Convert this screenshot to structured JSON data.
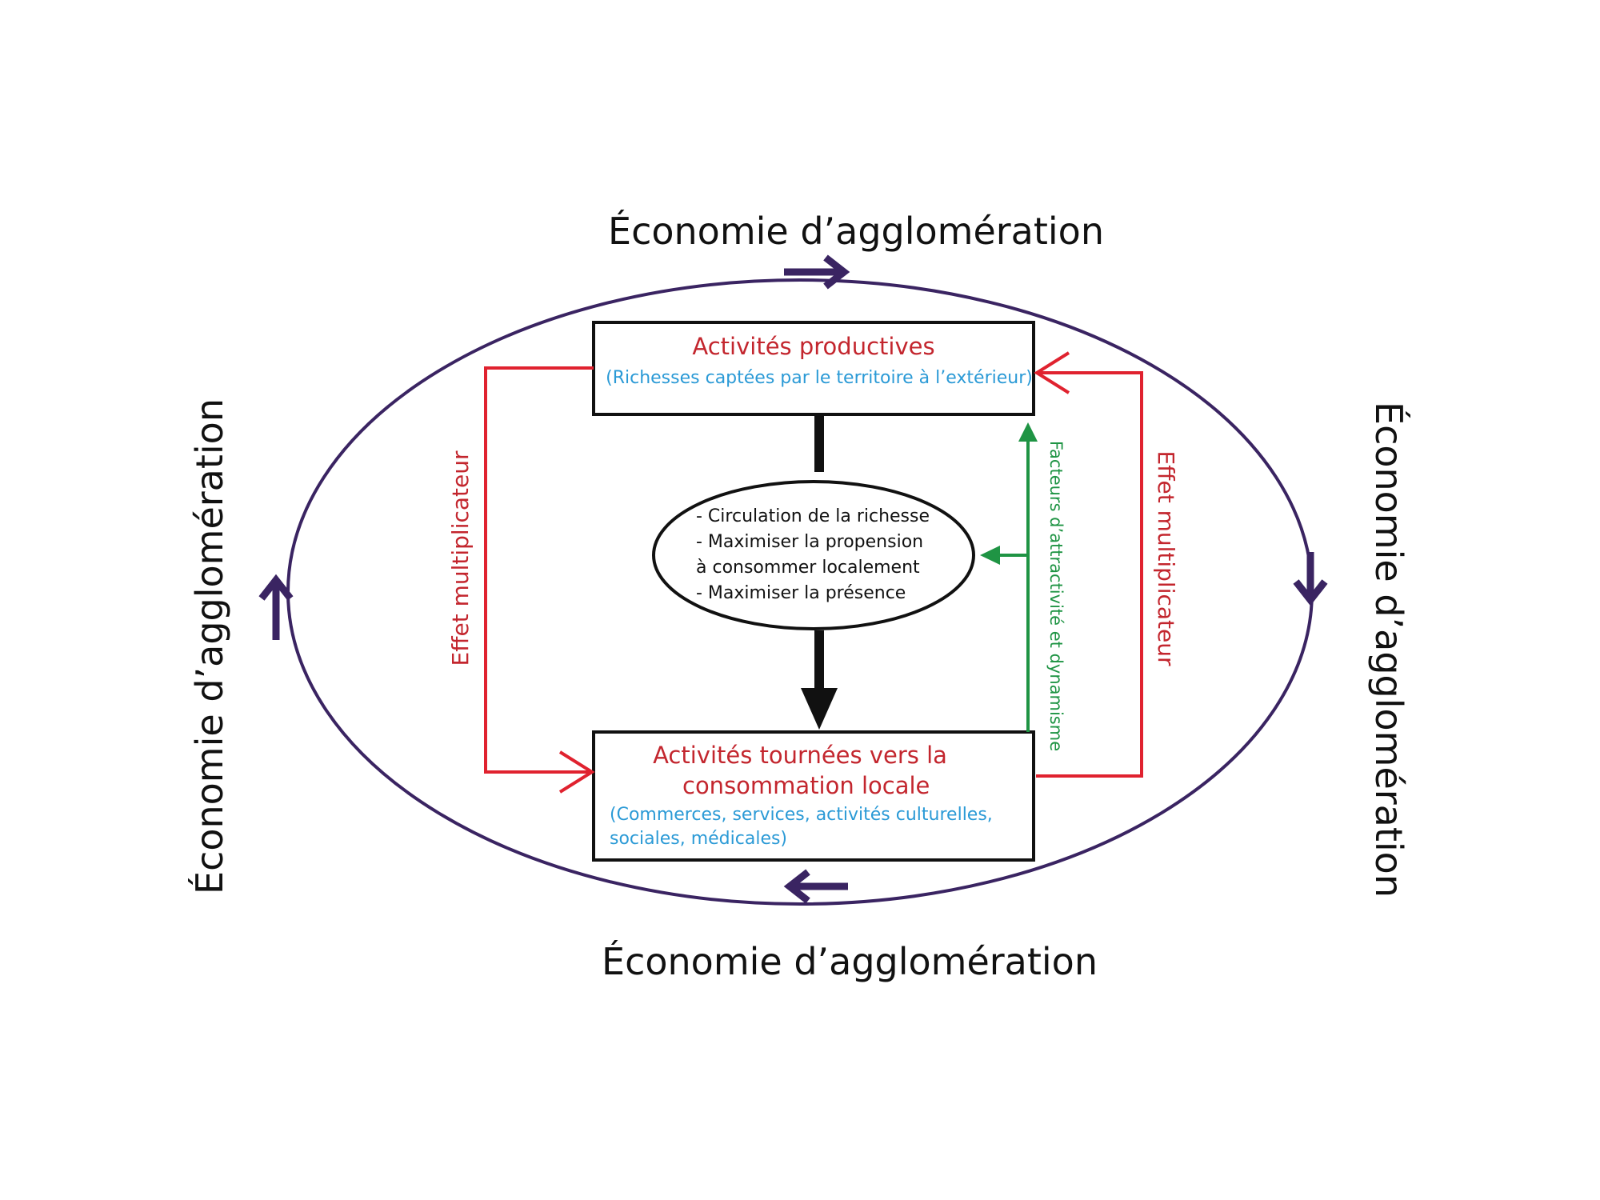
{
  "colors": {
    "ellipse": "#3a2462",
    "purple_arrow": "#3a2462",
    "box_border": "#111111",
    "title_red": "#c3262e",
    "sub_blue": "#2b9ad6",
    "red_line": "#e0222f",
    "green": "#1f9444",
    "black": "#111111"
  },
  "labels": {
    "top": "Économie d’agglomération",
    "bottom": "Économie d’agglomération",
    "left": "Économie d’agglomération",
    "right": "Économie d’agglomération"
  },
  "box_top": {
    "title": "Activités productives",
    "subtitle": "(Richesses captées par le territoire à l’extérieur)"
  },
  "ellipse_center": {
    "lines": [
      "- Circulation de la richesse",
      "- Maximiser la propension",
      "à consommer localement",
      "- Maximiser la présence"
    ]
  },
  "box_bottom": {
    "title_line1": "Activités tournées vers la",
    "title_line2": "consommation locale",
    "subtitle_line1": "(Commerces, services, activités culturelles,",
    "subtitle_line2": "sociales, médicales)"
  },
  "left_loop": {
    "label": "Effet multiplicateur"
  },
  "right_loop": {
    "label": "Effet multiplicateur"
  },
  "green_arrow": {
    "label": "Facteurs d’attractivité et dynamisme"
  }
}
